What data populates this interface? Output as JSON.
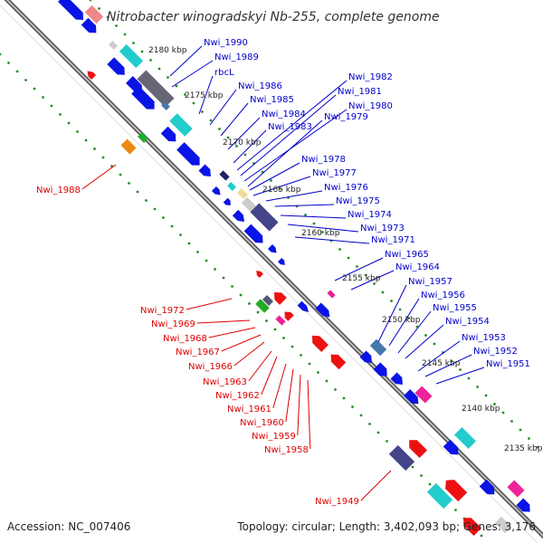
{
  "title": "Nitrobacter winogradskyi Nb-255, complete genome",
  "footer": {
    "accession": "Accession: NC_007406",
    "topology": "Topology: circular; Length: 3,402,093 bp; Genes: 3,176"
  },
  "colors": {
    "forward_label": "#0000cc",
    "reverse_label": "#dd0000",
    "forward_gene": "#0a14e6",
    "reverse_gene": "#ee1111",
    "backbone": "#888888",
    "tick_dots": "#2a8a2a"
  },
  "kbp_ticks": [
    "2180 kbp",
    "2175 kbp",
    "2170 kbp",
    "2165 kbp",
    "2160 kbp",
    "2155 kbp",
    "2150 kbp",
    "2145 kbp",
    "2140 kbp",
    "2135 kbp"
  ],
  "forward_labels": [
    "Nwi_1990",
    "Nwi_1989",
    "rbcL",
    "Nwi_1986",
    "Nwi_1985",
    "Nwi_1984",
    "Nwi_1983",
    "Nwi_1982",
    "Nwi_1981",
    "Nwi_1980",
    "Nwi_1979",
    "Nwi_1978",
    "Nwi_1977",
    "Nwi_1976",
    "Nwi_1975",
    "Nwi_1974",
    "Nwi_1973",
    "Nwi_1971",
    "Nwi_1965",
    "Nwi_1964",
    "Nwi_1957",
    "Nwi_1956",
    "Nwi_1955",
    "Nwi_1954",
    "Nwi_1953",
    "Nwi_1952",
    "Nwi_1951"
  ],
  "reverse_labels": [
    "Nwi_1988",
    "Nwi_1972",
    "Nwi_1969",
    "Nwi_1968",
    "Nwi_1967",
    "Nwi_1966",
    "Nwi_1963",
    "Nwi_1962",
    "Nwi_1961",
    "Nwi_1960",
    "Nwi_1959",
    "Nwi_1958",
    "Nwi_1949"
  ]
}
